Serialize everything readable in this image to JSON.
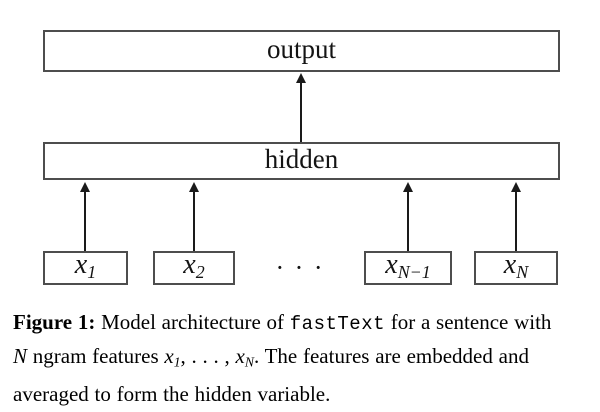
{
  "figure": {
    "output_label": "output",
    "hidden_label": "hidden",
    "ellipsis": "· · ·",
    "inputs": [
      {
        "base": "x",
        "sub": "1"
      },
      {
        "base": "x",
        "sub": "2"
      },
      {
        "base": "x",
        "sub": "N−1"
      },
      {
        "base": "x",
        "sub": "N"
      }
    ]
  },
  "caption": {
    "label": "Figure 1:",
    "l1_a": " Model architecture of ",
    "l1_code": "fastText",
    "l1_b": " for a sentence with",
    "l2_n": "N",
    "l2_a": " ngram features ",
    "l2_x1_base": "x",
    "l2_x1_sub": "1",
    "l2_dots": ", . . . , ",
    "l2_xn_base": "x",
    "l2_xn_sub": "N",
    "l2_b": ". The features are embedded and",
    "l3": "averaged to form the hidden variable."
  },
  "colors": {
    "box_border": "#4d4d4d",
    "arrow": "#1a1a1a",
    "background": "#ffffff"
  }
}
